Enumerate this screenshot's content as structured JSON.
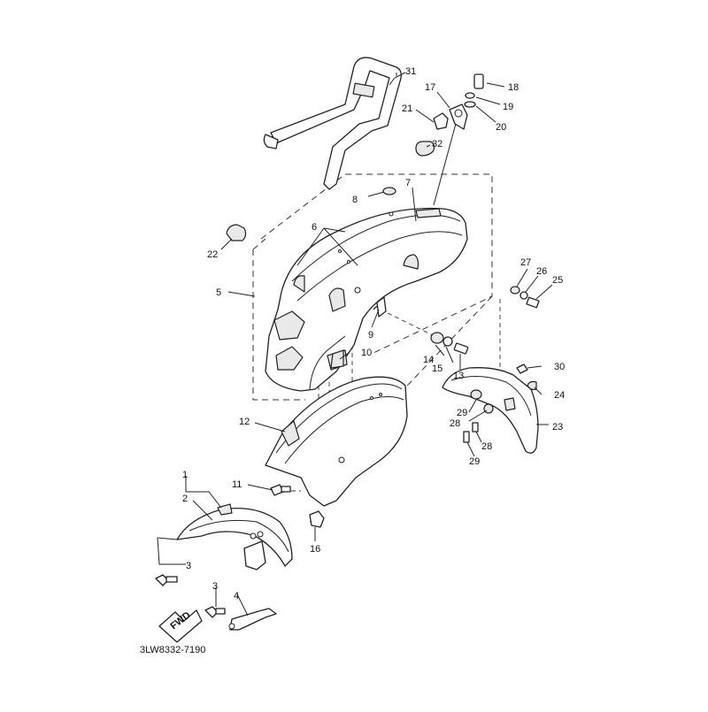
{
  "diagram": {
    "code": "3LW8332-7190",
    "fwd_text": "FWD",
    "callouts": {
      "c1": "1",
      "c2": "2",
      "c3a": "3",
      "c3b": "3",
      "c4": "4",
      "c5": "5",
      "c6": "6",
      "c7": "7",
      "c8": "8",
      "c9": "9",
      "c10": "10",
      "c11": "11",
      "c12": "12",
      "c13": "13",
      "c14": "14",
      "c15": "15",
      "c16": "16",
      "c17": "17",
      "c18": "18",
      "c19": "19",
      "c20": "20",
      "c21": "21",
      "c22": "22",
      "c23": "23",
      "c24": "24",
      "c25": "25",
      "c26": "26",
      "c27": "27",
      "c28a": "28",
      "c28b": "28",
      "c29a": "29",
      "c29b": "29",
      "c30": "30",
      "c31": "31",
      "c32": "32"
    }
  }
}
